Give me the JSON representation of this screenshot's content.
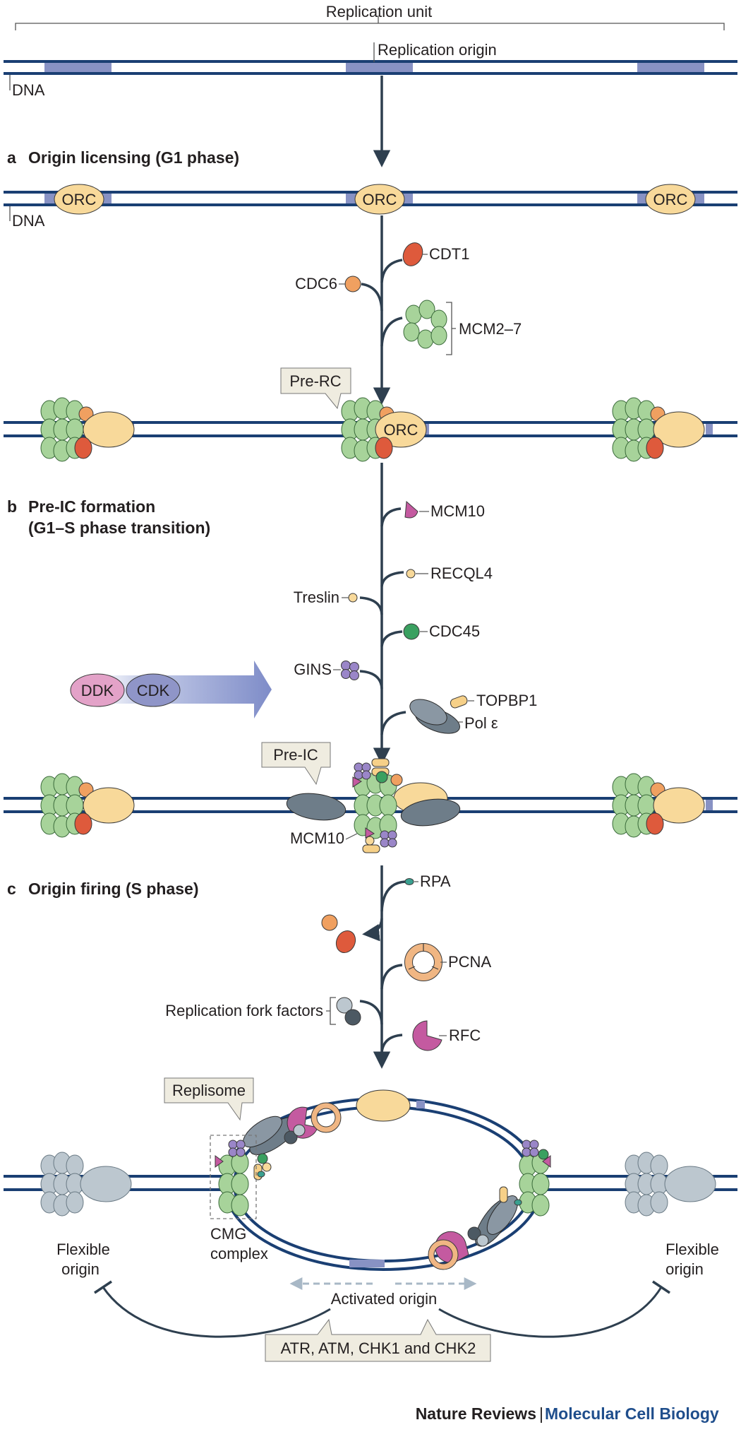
{
  "top": {
    "replication_unit": "Replication unit",
    "replication_origin": "Replication origin",
    "dna": "DNA"
  },
  "section_a": {
    "letter": "a",
    "title": "Origin licensing (G1 phase)",
    "orc": "ORC",
    "dna": "DNA",
    "cdt1": "CDT1",
    "cdc6": "CDC6",
    "mcm27": "MCM2–7",
    "pre_rc": "Pre-RC"
  },
  "section_b": {
    "letter": "b",
    "title_line1": "Pre-IC formation",
    "title_line2": "(G1–S phase transition)",
    "mcm10": "MCM10",
    "recql4": "RECQL4",
    "treslin": "Treslin",
    "cdc45": "CDC45",
    "gins": "GINS",
    "topbp1": "TOPBP1",
    "pol_e": "Pol ε",
    "ddk": "DDK",
    "cdk": "CDK",
    "pre_ic": "Pre-IC",
    "mcm10_bottom": "MCM10"
  },
  "section_c": {
    "letter": "c",
    "title": "Origin firing (S phase)",
    "rpa": "RPA",
    "pcna": "PCNA",
    "fork_factors": "Replication fork factors",
    "rfc": "RFC",
    "replisome": "Replisome",
    "cmg_line1": "CMG",
    "cmg_line2": "complex",
    "flex_left_1": "Flexible",
    "flex_left_2": "origin",
    "flex_right_1": "Flexible",
    "flex_right_2": "origin",
    "activated_origin": "Activated origin",
    "checkpoint": "ATR, ATM, CHK1 and CHK2"
  },
  "footer": {
    "journal": "Nature Reviews",
    "separator": "|",
    "subjournal": "Molecular Cell Biology"
  },
  "colors": {
    "dna_strand": "#1a3f73",
    "origin_block": "#8892c4",
    "orc": "#f8d99a",
    "mcm": "#a7d39a",
    "cdc6": "#f0a060",
    "cdt1": "#de5a3c",
    "mcm10": "#c45aa0",
    "cdc45": "#3aa060",
    "gins": "#9a86c8",
    "pol_e": "#8a97a3",
    "rfc": "#c45aa0",
    "pcna": "#f0b683",
    "inactive": "#bcc7cf",
    "label_box": "#efece0"
  }
}
